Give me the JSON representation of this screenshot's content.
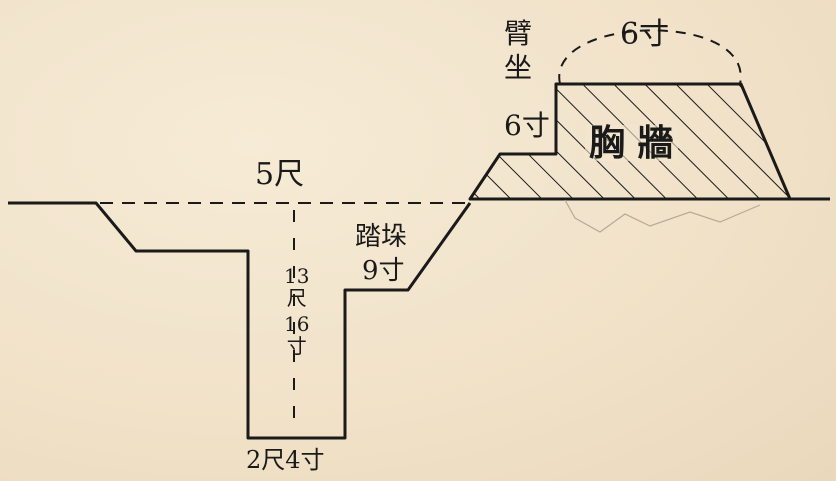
{
  "diagram": {
    "top_width": "5尺",
    "trench_depth": [
      "13",
      "尺",
      "16",
      "寸"
    ],
    "bottom_width": "2尺4寸",
    "step_label": "踏垛",
    "step_size": "9寸",
    "elbow_rest_label": [
      "臂",
      "坐"
    ],
    "elbow_rest_size": "6寸",
    "parapet_label": "胸 牆",
    "parapet_top_size": "6寸"
  },
  "colors": {
    "paper": "#f3e6cf",
    "ink": "#1a1a1a"
  }
}
